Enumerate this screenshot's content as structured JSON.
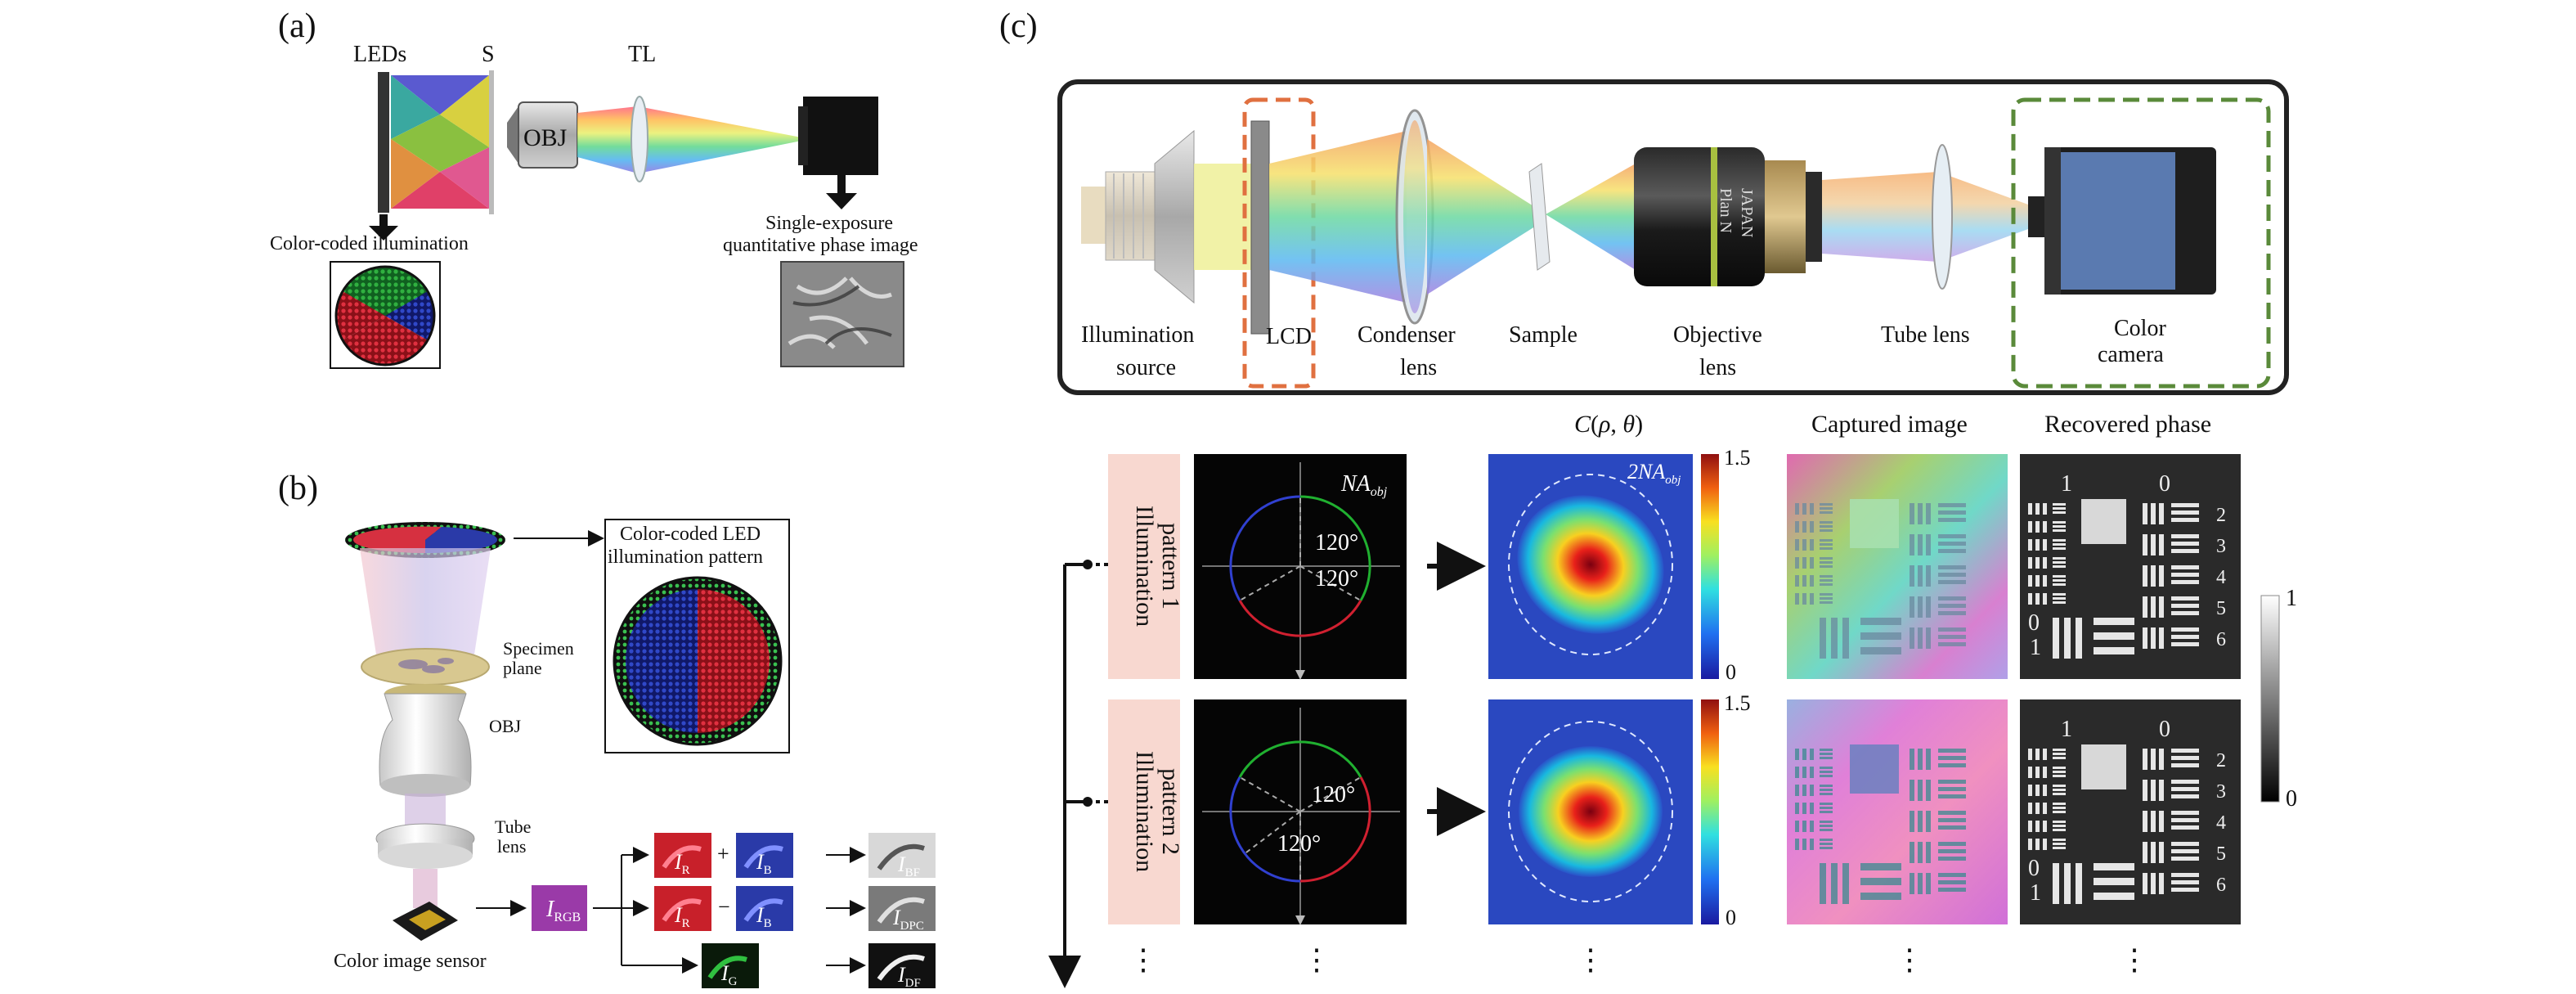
{
  "panel_a": {
    "label": "(a)",
    "leds_label": "LEDs",
    "s_label": "S",
    "tl_label": "TL",
    "obj_label": "OBJ",
    "color_coded_label": "Color-coded illumination",
    "single_exposure_line1": "Single-exposure",
    "single_exposure_line2": "quantitative phase image"
  },
  "panel_b": {
    "label": "(b)",
    "led_pattern_line1": "Color-coded LED",
    "led_pattern_line2": "illumination pattern",
    "specimen_line1": "Specimen",
    "specimen_line2": "plane",
    "obj_label": "OBJ",
    "tube_line1": "Tube",
    "tube_line2": "lens",
    "sensor_label": "Color image sensor",
    "i_rgb": "I",
    "i_rgb_sub": "RGB",
    "i_r": "I",
    "i_r_sub": "R",
    "i_b": "I",
    "i_b_sub": "B",
    "i_g": "I",
    "i_g_sub": "G",
    "i_bf": "I",
    "i_bf_sub": "BF",
    "i_dpc": "I",
    "i_dpc_sub": "DPC",
    "i_df": "I",
    "i_df_sub": "DF",
    "plus": "+",
    "minus": "−"
  },
  "panel_c": {
    "label": "(c)",
    "illum_source_line1": "Illumination",
    "illum_source_line2": "source",
    "lcd_label": "LCD",
    "condenser_line1": "Condenser",
    "condenser_line2": "lens",
    "sample_label": "Sample",
    "objective_line1": "Objective",
    "objective_line2": "lens",
    "objective_text1": "JAPAN",
    "objective_text2": "Plan N",
    "tube_lens_label": "Tube lens",
    "camera_line1": "Color",
    "camera_line2": "camera",
    "c_header": "C(ρ, θ)",
    "captured_header": "Captured image",
    "recovered_header": "Recovered phase",
    "pattern1_line1": "Illumination",
    "pattern1_line2": "pattern 1",
    "pattern2_line1": "Illumination",
    "pattern2_line2": "pattern 2",
    "na_obj": "NA",
    "na_obj_sub": "obj",
    "two_na_obj": "2NA",
    "two_na_obj_sub": "obj",
    "angle_120": "120°",
    "cbar_max": "1.5",
    "cbar_min": "0",
    "gray_max": "1",
    "gray_min": "0",
    "ellipsis": "⋮",
    "target_group_1": "1",
    "target_group_0": "0",
    "target_nums": [
      "2",
      "3",
      "4",
      "5",
      "6"
    ]
  },
  "colors": {
    "led_red": "#d9303a",
    "led_green": "#2ca84a",
    "led_blue": "#2b3aa8",
    "lcd_box": "#e07040",
    "camera_box": "#5a8a3a"
  }
}
